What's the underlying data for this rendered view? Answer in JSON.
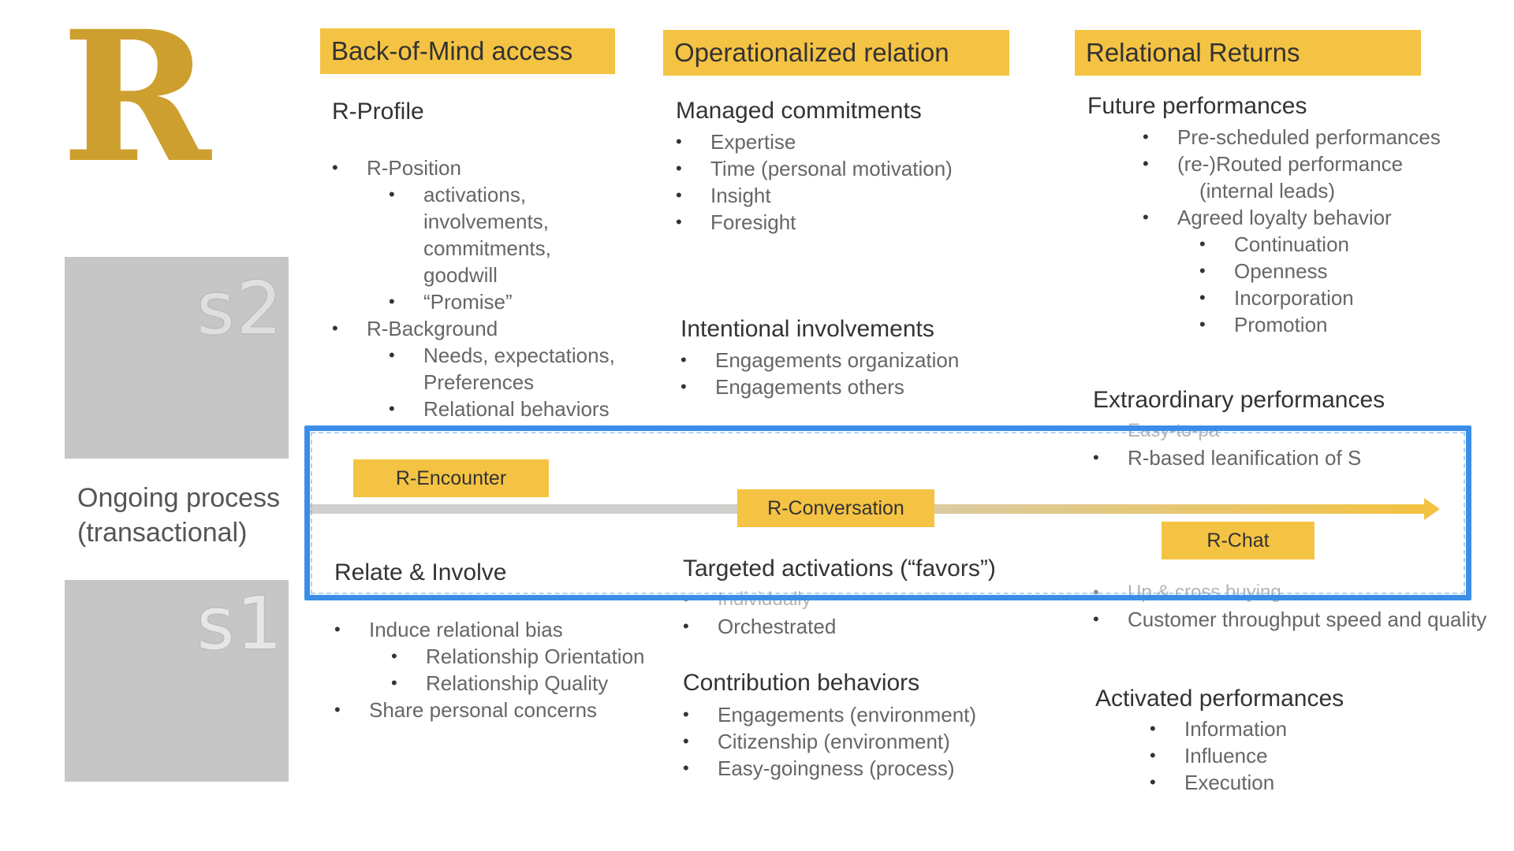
{
  "logo": "R",
  "left": {
    "s2": "s2",
    "s1": "s1",
    "ongoing_line1": "Ongoing process",
    "ongoing_line2": "(transactional)"
  },
  "columns": {
    "col1": {
      "header": "Back-of-Mind access",
      "profile_title": "R-Profile",
      "position": "R-Position",
      "position_items": [
        "activations,",
        "involvements,",
        "commitments,",
        "goodwill"
      ],
      "promise": "“Promise”",
      "background": "R-Background",
      "needs_1": "Needs, expectations,",
      "needs_2": "Preferences",
      "relational_behaviors": "Relational behaviors",
      "relate_title": "Relate & Involve",
      "induce": "Induce relational bias",
      "orientation": "Relationship Orientation",
      "quality": "Relationship Quality",
      "share": "Share personal concerns"
    },
    "col2": {
      "header": "Operationalized relation",
      "managed_title": "Managed commitments",
      "managed_items": [
        "Expertise",
        "Time (personal motivation)",
        "Insight",
        "Foresight"
      ],
      "intentional_title": "Intentional involvements",
      "intentional_items": [
        "Engagements organization",
        "Engagements others"
      ],
      "targeted_title": "Targeted activations (“favors”)",
      "targeted_faded": "Individually",
      "targeted_items": [
        "Orchestrated"
      ],
      "contribution_title": "Contribution behaviors",
      "contribution_items": [
        "Engagements (environment)",
        "Citizenship (environment)",
        "Easy-goingness (process)"
      ]
    },
    "col3": {
      "header": "Relational Returns",
      "future_title": "Future performances",
      "prescheduled": "Pre-scheduled performances",
      "rerouted_1": "(re-)Routed performance",
      "rerouted_2": "(internal leads)",
      "agreed": "Agreed loyalty behavior",
      "agreed_items": [
        "Continuation",
        "Openness",
        "Incorporation",
        "Promotion"
      ],
      "extra_title": "Extraordinary performances",
      "extra_faded": "Easy-to-pa",
      "leanification": "R-based leanification of S",
      "upcross_faded": "Up & cross buying",
      "throughput": "Customer throughput speed and quality",
      "activated_title": "Activated performances",
      "activated_items": [
        "Information",
        "Influence",
        "Execution"
      ]
    }
  },
  "tags": {
    "encounter": "R-Encounter",
    "conversation": "R-Conversation",
    "chat": "R-Chat"
  },
  "colors": {
    "accent": "#f5c343",
    "logo": "#cd9f2e",
    "highlight": "#3b8ee8",
    "panel": "#c6c6c6"
  }
}
